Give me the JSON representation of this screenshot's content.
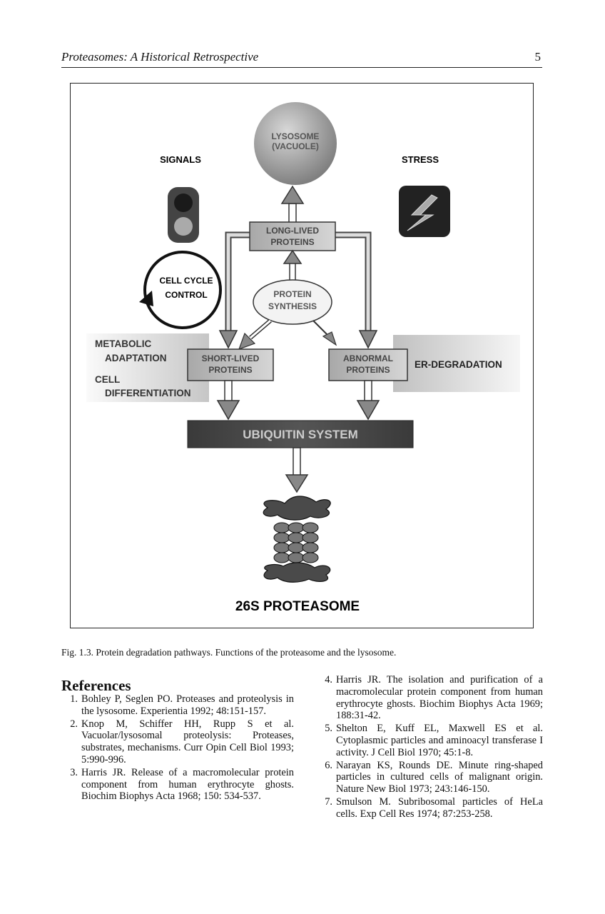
{
  "header": {
    "running_title": "Proteasomes: A Historical Retrospective",
    "page_number": "5"
  },
  "figure": {
    "lysosome_line1": "LYSOSOME",
    "lysosome_line2": "(VACUOLE)",
    "signals": "SIGNALS",
    "stress": "STRESS",
    "long_lived_line1": "LONG-LIVED",
    "long_lived_line2": "PROTEINS",
    "cell_cycle_line1": "CELL CYCLE",
    "cell_cycle_line2": "CONTROL",
    "protein_synthesis_line1": "PROTEIN",
    "protein_synthesis_line2": "SYNTHESIS",
    "metabolic_line1": "METABOLIC",
    "metabolic_line2": "ADAPTATION",
    "cell_diff_line1": "CELL",
    "cell_diff_line2": "DIFFERENTIATION",
    "short_lived_line1": "SHORT-LIVED",
    "short_lived_line2": "PROTEINS",
    "abnormal_line1": "ABNORMAL",
    "abnormal_line2": "PROTEINS",
    "er_degradation": "ER-DEGRADATION",
    "ubiquitin": "UBIQUITIN SYSTEM",
    "proteasome": "26S PROTEASOME"
  },
  "caption": "Fig. 1.3. Protein degradation pathways. Functions of the proteasome and the lysosome.",
  "references": {
    "heading": "References",
    "left": [
      {
        "num": "1.",
        "text": "Bohley P, Seglen PO. Proteases and proteolysis in the lysosome. Experientia 1992; 48:151-157."
      },
      {
        "num": "2.",
        "text": "Knop M, Schiffer HH, Rupp S et al. Vacuolar/lysosomal proteolysis: Proteases, substrates, mechanisms. Curr Opin Cell Biol 1993; 5:990-996."
      },
      {
        "num": "3.",
        "text": "Harris JR. Release of a macromolecular protein component from human erythrocyte ghosts. Biochim Biophys Acta 1968; 150: 534-537."
      }
    ],
    "right": [
      {
        "num": "4.",
        "text": "Harris JR. The isolation and purification of a macromolecular protein component from human erythrocyte ghosts. Biochim Biophys Acta 1969; 188:31-42."
      },
      {
        "num": "5.",
        "text": "Shelton E, Kuff EL, Maxwell ES et al. Cytoplasmic particles and aminoacyl transferase I activity. J Cell Biol 1970; 45:1-8."
      },
      {
        "num": "6.",
        "text": "Narayan KS, Rounds DE. Minute ring-shaped particles in cultured cells of malignant origin. Nature New Biol 1973; 243:146-150."
      },
      {
        "num": "7.",
        "text": "Smulson M. Subribosomal particles of HeLa cells. Exp Cell Res 1974; 87:253-258."
      }
    ]
  }
}
